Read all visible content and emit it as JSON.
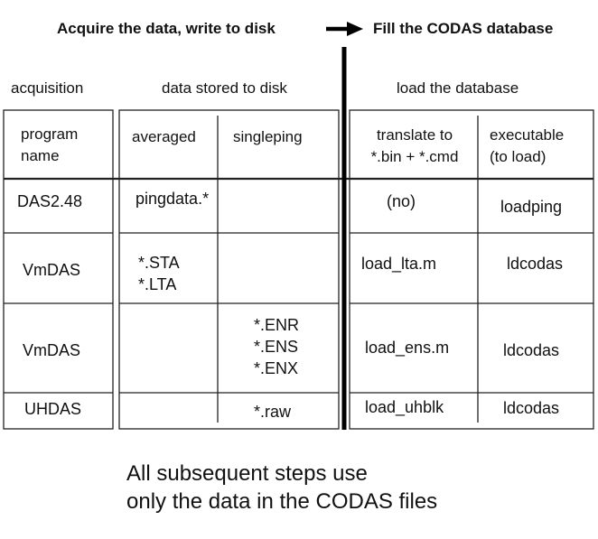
{
  "header": {
    "left": "Acquire the data, write to disk",
    "right": "Fill the CODAS database"
  },
  "groups": {
    "acquisition": "acquisition",
    "stored": "data stored to disk",
    "load": "load the database"
  },
  "columns": {
    "program": [
      "program",
      "name"
    ],
    "averaged": "averaged",
    "singleping": "singleping",
    "translate": [
      "translate to",
      "*.bin + *.cmd"
    ],
    "executable": [
      "executable",
      "(to load)"
    ]
  },
  "rows": [
    {
      "program": "DAS2.48",
      "averaged": [
        "pingdata.*"
      ],
      "singleping": [],
      "translate": "(no)",
      "executable": "loadping"
    },
    {
      "program": "VmDAS",
      "averaged": [
        "*.STA",
        "*.LTA"
      ],
      "singleping": [],
      "translate": "load_lta.m",
      "executable": "ldcodas"
    },
    {
      "program": "VmDAS",
      "averaged": [],
      "singleping": [
        "*.ENR",
        "*.ENS",
        "*.ENX"
      ],
      "translate": "load_ens.m",
      "executable": "ldcodas"
    },
    {
      "program": "UHDAS",
      "averaged": [],
      "singleping": [
        "*.raw"
      ],
      "translate": "load_uhblk",
      "executable": "ldcodas"
    }
  ],
  "footer": [
    "All subsequent steps use",
    "only the data in the CODAS files"
  ]
}
